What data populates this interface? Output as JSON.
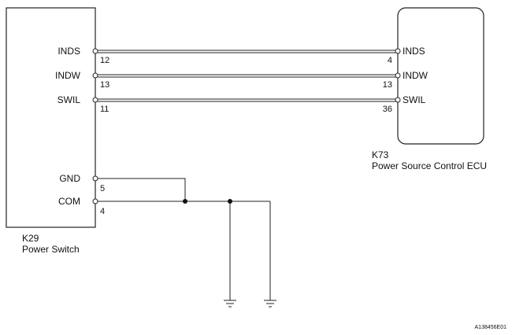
{
  "left_component": {
    "code": "K29",
    "name": "Power Switch",
    "pins": [
      {
        "name": "INDS",
        "number": "12"
      },
      {
        "name": "INDW",
        "number": "13"
      },
      {
        "name": "SWIL",
        "number": "11"
      },
      {
        "name": "GND",
        "number": "5"
      },
      {
        "name": "COM",
        "number": "4"
      }
    ]
  },
  "right_component": {
    "code": "K73",
    "name": "Power Source Control ECU",
    "pins": [
      {
        "name": "INDS",
        "number": "4"
      },
      {
        "name": "INDW",
        "number": "13"
      },
      {
        "name": "SWIL",
        "number": "36"
      }
    ]
  },
  "figure_ref": "A138456E01"
}
